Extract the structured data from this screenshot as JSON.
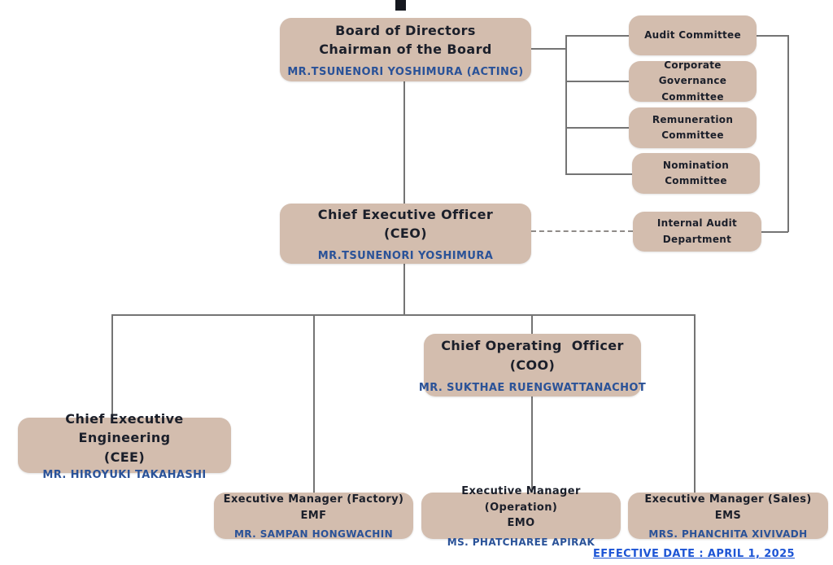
{
  "colors": {
    "box_fill": "#d3bdae",
    "title_text": "#1b1f2a",
    "name_text": "#2a5298",
    "line": "#747474",
    "effective_date_text": "#1d55d5"
  },
  "nodes": {
    "board": {
      "title": "Board of Directors\nChairman of the Board",
      "name": "MR.TSUNENORI YOSHIMURA (ACTING)"
    },
    "ceo": {
      "title": "Chief Executive Officer\n(CEO)",
      "name": "MR.TSUNENORI YOSHIMURA"
    },
    "coo": {
      "title": "Chief Operating  Officer\n(COO)",
      "name": "MR. SUKTHAE RUENGWATTANACHOT"
    },
    "cee": {
      "title": "Chief Executive Engineering\n(CEE)",
      "name": "MR. HIROYUKI TAKAHASHI"
    },
    "emf": {
      "title": "Executive Manager (Factory)\nEMF",
      "name": "MR. SAMPAN HONGWACHIN"
    },
    "emo": {
      "title": "Executive Manager (Operation)\nEMO",
      "name": "MS. PHATCHAREE APIRAK"
    },
    "ems": {
      "title": "Executive Manager (Sales)\nEMS",
      "name": "MRS. PHANCHITA XIVIVADH"
    },
    "audit_committee": {
      "title": "Audit Committee"
    },
    "corporate_governance_committee": {
      "title": "Corporate Governance\nCommittee"
    },
    "remuneration_committee": {
      "title": "Remuneration\nCommittee"
    },
    "nomination_committee": {
      "title": "Nomination\nCommittee"
    },
    "internal_audit_department": {
      "title": "Internal Audit\nDepartment"
    }
  },
  "footer": {
    "effective_date": "EFFECTIVE DATE : APRIL 1, 2025"
  }
}
